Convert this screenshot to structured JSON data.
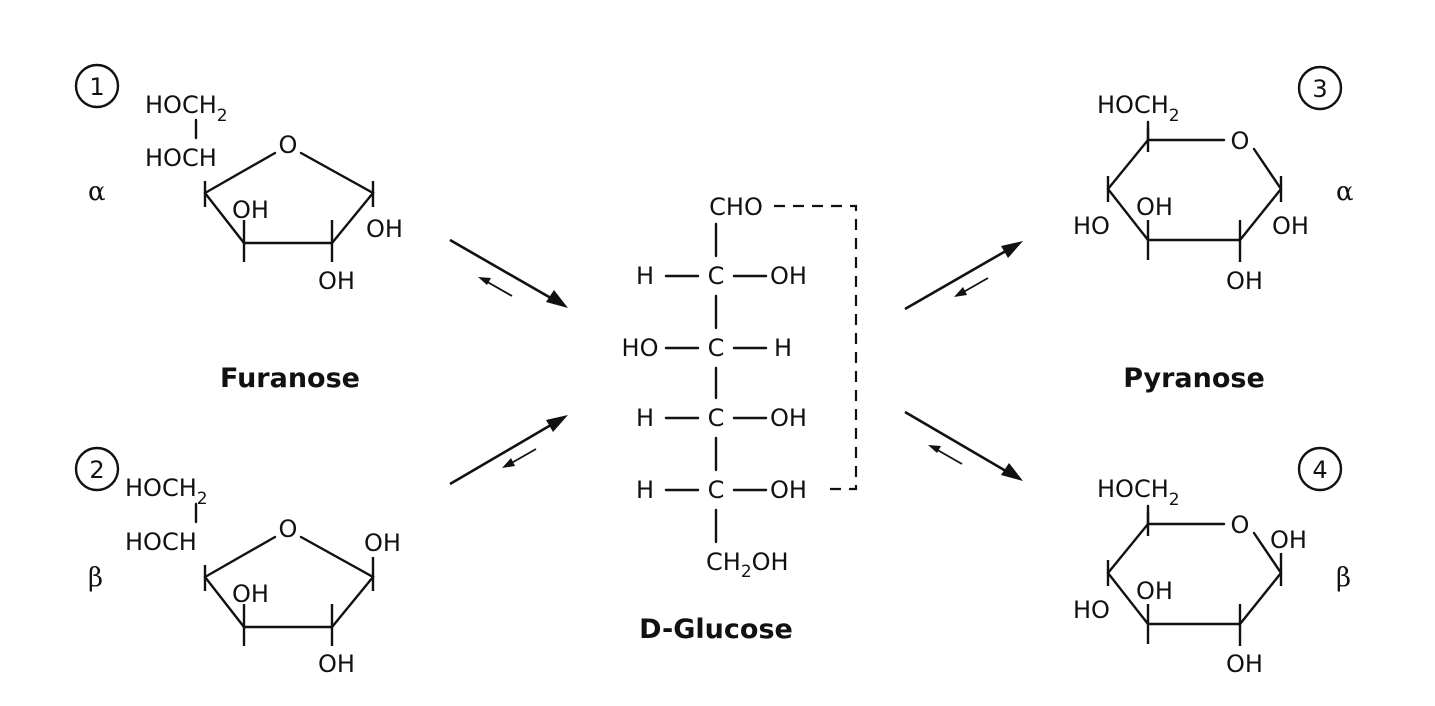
{
  "labels": {
    "furanose": "Furanose",
    "pyranose": "Pyranose",
    "glucose": "D-Glucose"
  },
  "structures": [
    {
      "number": "1",
      "anomer": "α",
      "sidechain_top": "HOCH2",
      "sidechain_bottom": "HOCH",
      "ring_o": "O",
      "substituents": [
        "OH",
        "OH",
        "OH"
      ]
    },
    {
      "number": "2",
      "anomer": "β",
      "sidechain_top": "HOCH2",
      "sidechain_bottom": "HOCH",
      "ring_o": "O",
      "substituents": [
        "OH",
        "OH",
        "OH"
      ]
    },
    {
      "number": "3",
      "anomer": "α",
      "sidechain_top": "HOCH2",
      "ring_o": "O",
      "substituents": [
        "HO",
        "OH",
        "OH",
        "OH"
      ]
    },
    {
      "number": "4",
      "anomer": "β",
      "sidechain_top": "HOCH2",
      "ring_o": "O",
      "substituents": [
        "OH",
        "HO",
        "OH",
        "OH"
      ]
    }
  ],
  "glucose": {
    "top": "CHO",
    "rows": [
      {
        "left": "H",
        "center": "C",
        "right": "OH"
      },
      {
        "left": "HO",
        "center": "C",
        "right": "H"
      },
      {
        "left": "H",
        "center": "C",
        "right": "OH"
      },
      {
        "left": "H",
        "center": "C",
        "right": "OH"
      }
    ],
    "bottom": "CH2OH"
  }
}
